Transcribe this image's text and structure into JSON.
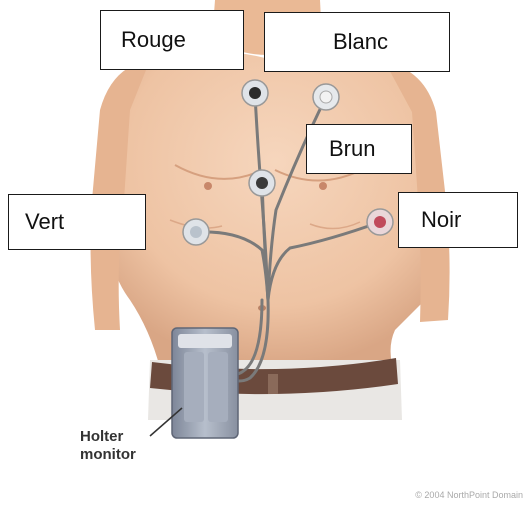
{
  "labels": {
    "rouge": "Rouge",
    "blanc": "Blanc",
    "brun": "Brun",
    "vert": "Vert",
    "noir": "Noir"
  },
  "device": {
    "line1": "Holter",
    "line2": "monitor"
  },
  "copyright": "© 2004 NorthPoint Domain",
  "colors": {
    "skin": "#f0c7a6",
    "skin_shadow": "#dca888",
    "wire": "#7a7a7a",
    "box_border": "#1a1a1a",
    "belt": "#6b4a3d",
    "monitor": "#9aa3b3"
  }
}
